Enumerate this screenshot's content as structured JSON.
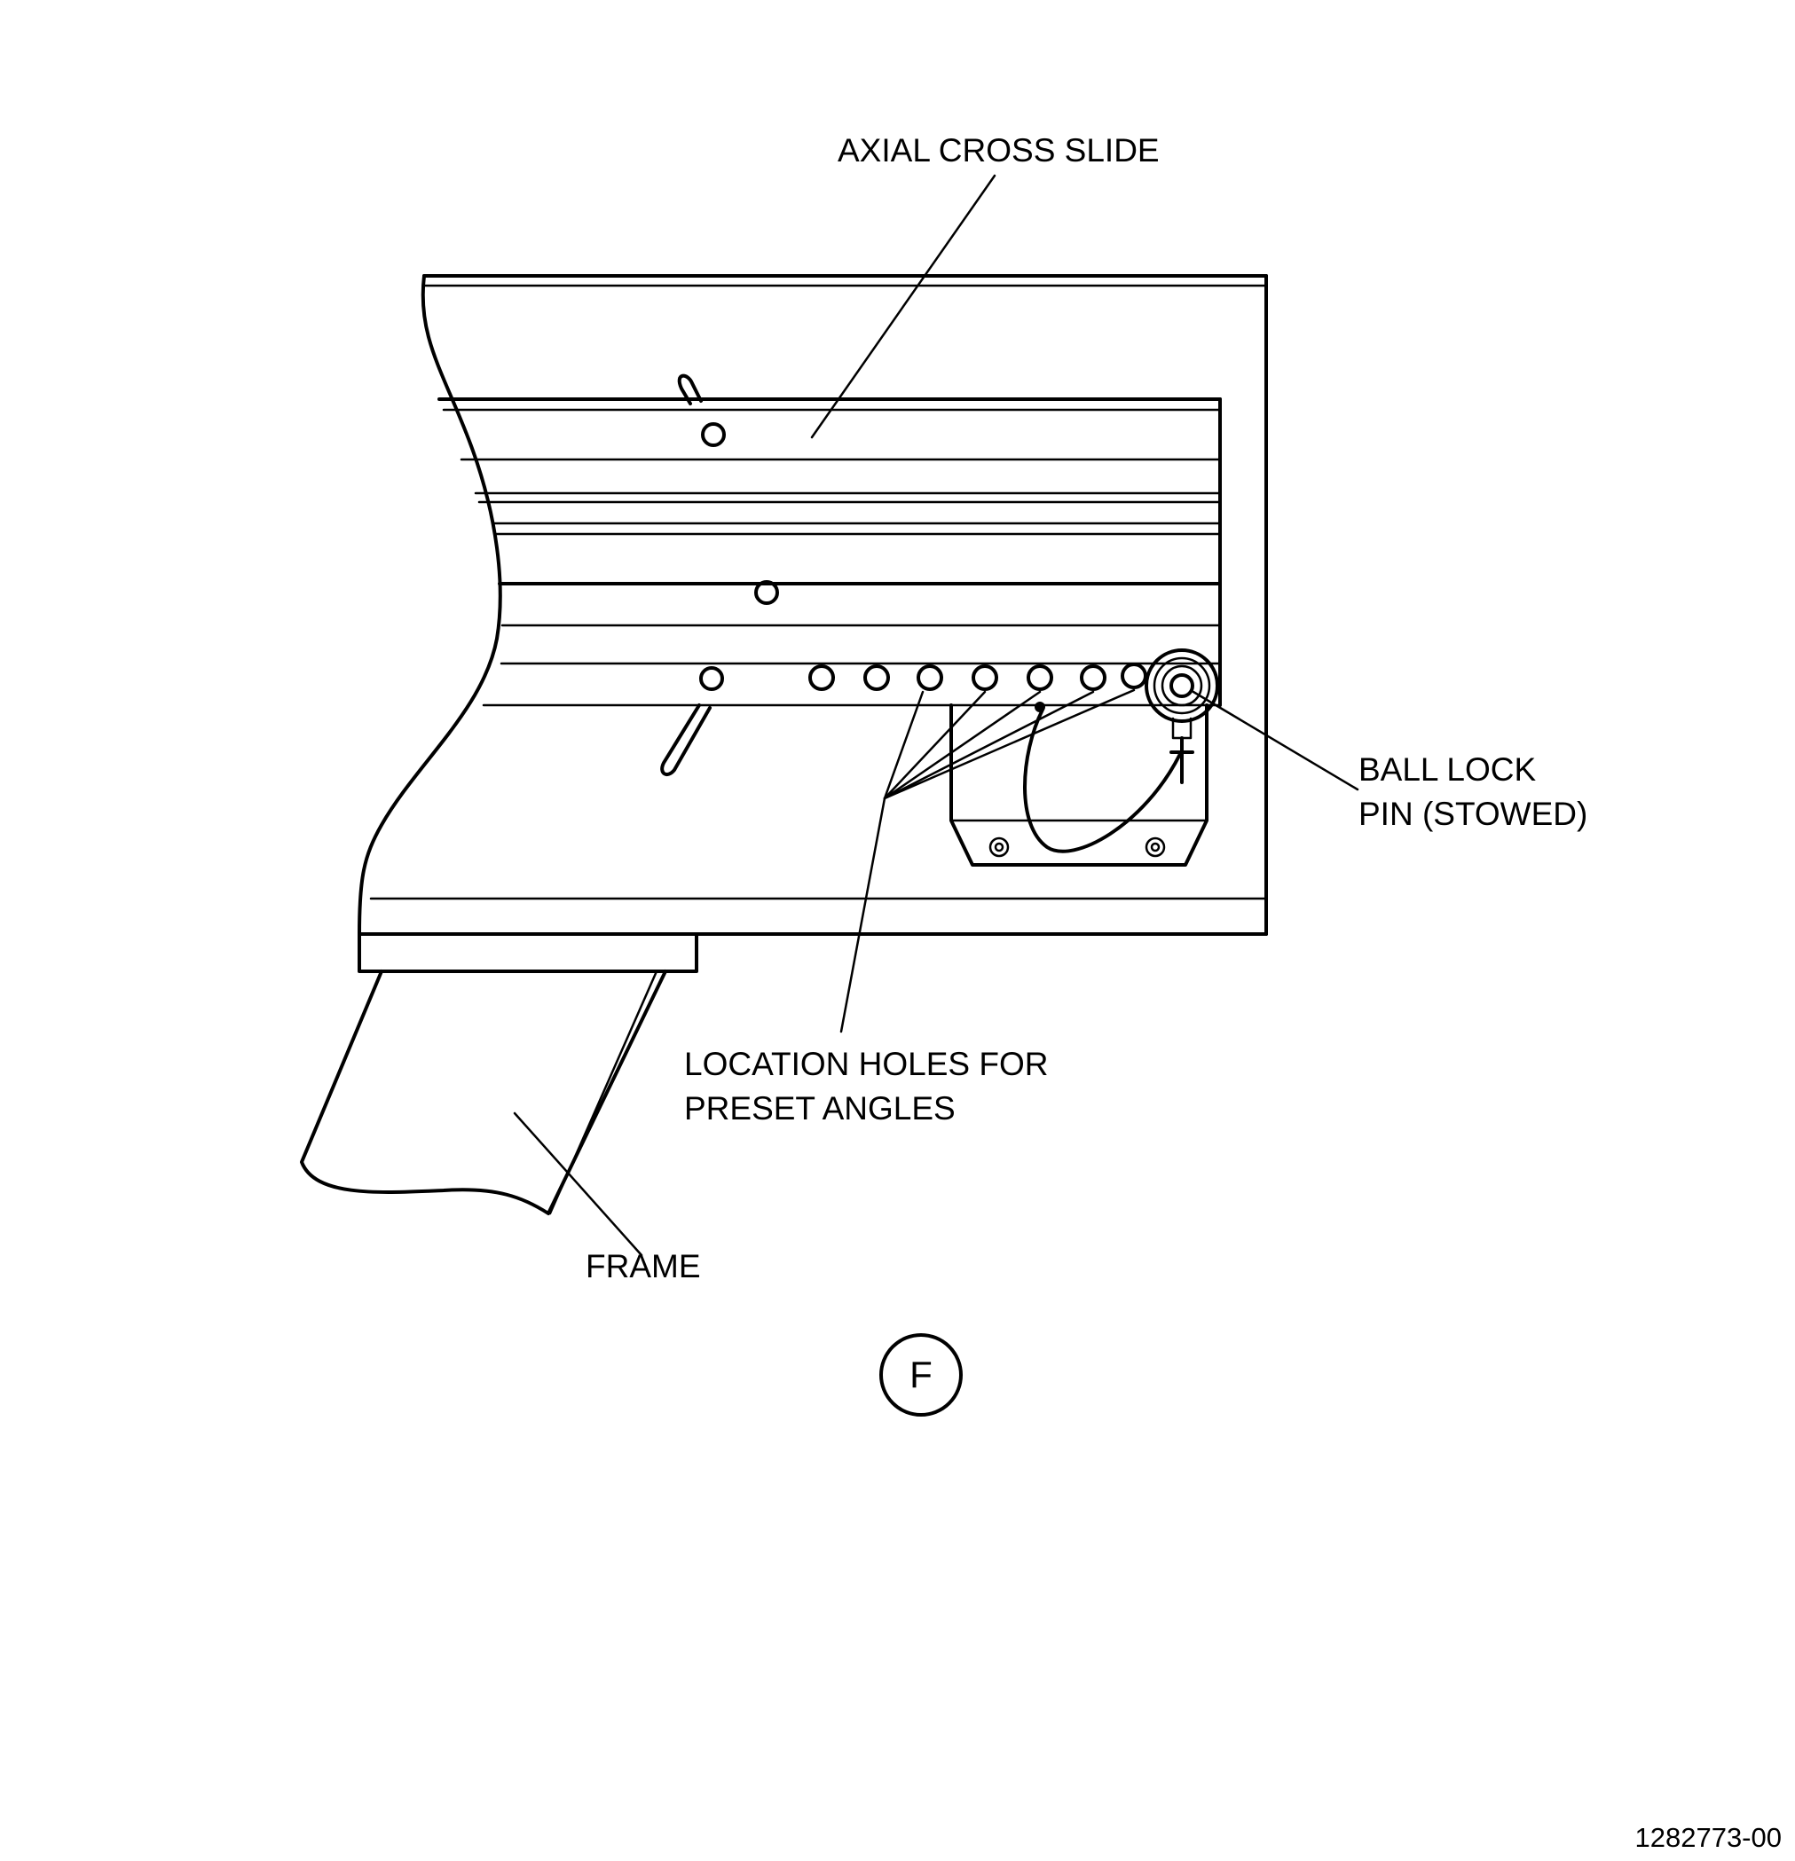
{
  "labels": {
    "axial_cross_slide": "AXIAL CROSS SLIDE",
    "ball_lock_line1": "BALL LOCK",
    "ball_lock_line2": "PIN (STOWED)",
    "location_holes_line1": "LOCATION HOLES FOR",
    "location_holes_line2": "PRESET ANGLES",
    "frame": "FRAME",
    "view_letter": "F",
    "drawing_number": "1282773-00"
  },
  "colors": {
    "line": "#000000",
    "background": "#ffffff"
  }
}
